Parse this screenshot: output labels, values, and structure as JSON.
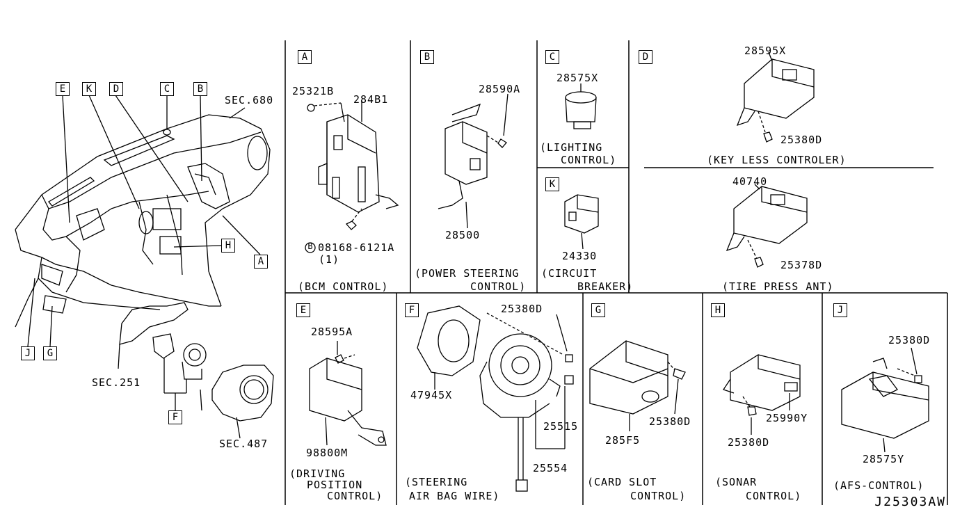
{
  "diagram_code": "J25303AW",
  "overview": {
    "letters": [
      "E",
      "K",
      "D",
      "C",
      "B",
      "H",
      "A",
      "J",
      "G",
      "F"
    ],
    "sec_refs": {
      "sec680": "SEC.680",
      "sec251": "SEC.251",
      "sec487": "SEC.487"
    }
  },
  "panels": {
    "A": {
      "letter": "A",
      "parts": [
        "25321B",
        "284B1",
        "08168-6121A"
      ],
      "bolt_marker": "B",
      "qty": "(1)",
      "caption": [
        "(BCM CONTROL)"
      ]
    },
    "B": {
      "letter": "B",
      "parts": [
        "28590A",
        "28500"
      ],
      "caption": [
        "(POWER STEERING",
        "CONTROL)"
      ]
    },
    "C": {
      "letter": "C",
      "parts": [
        "28575X"
      ],
      "caption": [
        "(LIGHTING",
        "CONTROL)"
      ]
    },
    "K": {
      "letter": "K",
      "parts": [
        "24330"
      ],
      "caption": [
        "(CIRCUIT",
        "BREAKER)"
      ]
    },
    "D": {
      "letter": "D",
      "parts": [
        "28595X",
        "25380D",
        "40740",
        "25378D"
      ],
      "caption": [
        "(KEY LESS CONTROLER)",
        "(TIRE PRESS ANT)"
      ]
    },
    "E": {
      "letter": "E",
      "parts": [
        "28595A",
        "98800M"
      ],
      "caption": [
        "(DRIVING",
        "POSITION",
        "CONTROL)"
      ]
    },
    "F": {
      "letter": "F",
      "parts": [
        "25380D",
        "47945X",
        "25515",
        "25554"
      ],
      "caption": [
        "(STEERING",
        "AIR BAG WIRE)"
      ]
    },
    "G": {
      "letter": "G",
      "parts": [
        "285F5",
        "25380D"
      ],
      "caption": [
        "(CARD SLOT",
        "CONTROL)"
      ]
    },
    "H": {
      "letter": "H",
      "parts": [
        "25990Y",
        "25380D"
      ],
      "caption": [
        "(SONAR",
        "CONTROL)"
      ]
    },
    "J": {
      "letter": "J",
      "parts": [
        "25380D",
        "28575Y"
      ],
      "caption": [
        "(AFS-CONTROL)"
      ]
    }
  }
}
